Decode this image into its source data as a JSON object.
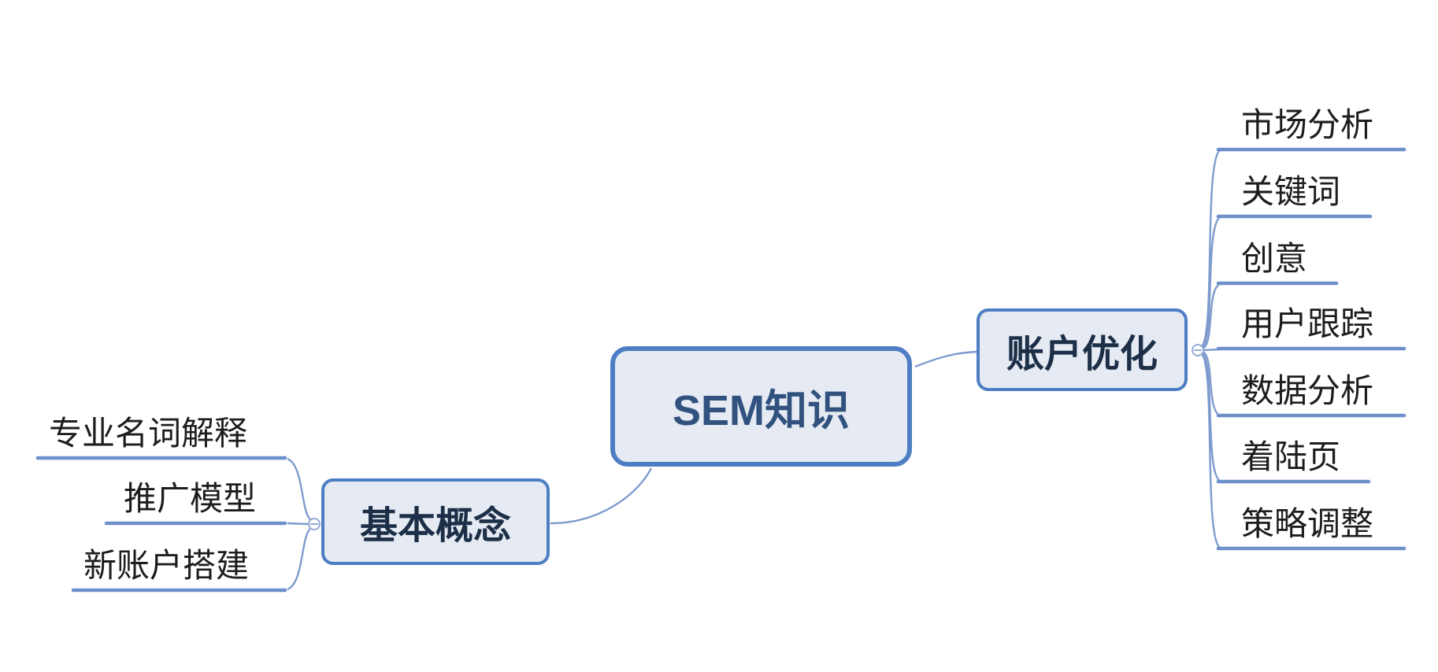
{
  "app": {
    "type": "mind-map"
  },
  "colors": {
    "background": "#ffffff",
    "node_border": "#4d7ec3",
    "node_fill": "#e5eaf3",
    "root_text": "#31517e",
    "branch_text": "#1c2f47",
    "subtopic_text": "#1d1d20",
    "underline": "#6e90ca",
    "connector": "#7e9bce",
    "collapse_icon": "#96abd5"
  },
  "map": {
    "root": {
      "label": "SEM知识"
    },
    "branches": [
      {
        "label": "基本概念",
        "side": "left",
        "collapse_icon": "minus",
        "children": [
          {
            "label": "专业名词解释"
          },
          {
            "label": "推广模型"
          },
          {
            "label": "新账户搭建"
          }
        ]
      },
      {
        "label": "账户优化",
        "side": "right",
        "collapse_icon": "minus",
        "children": [
          {
            "label": "市场分析"
          },
          {
            "label": "关键词"
          },
          {
            "label": "创意"
          },
          {
            "label": "用户跟踪"
          },
          {
            "label": "数据分析"
          },
          {
            "label": "着陆页"
          },
          {
            "label": "策略调整"
          }
        ]
      }
    ]
  }
}
